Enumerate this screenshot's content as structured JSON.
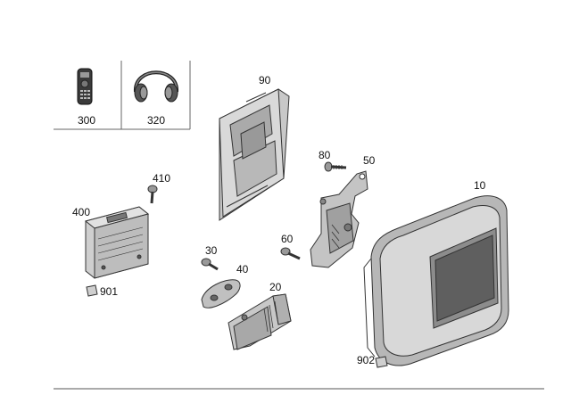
{
  "labels": {
    "p300": "300",
    "p320": "320",
    "p90": "90",
    "p80": "80",
    "p50": "50",
    "p410": "410",
    "p10": "10",
    "p400": "400",
    "p30": "30",
    "p60": "60",
    "p40": "40",
    "p20": "20",
    "p901": "901",
    "p902": "902"
  },
  "colors": {
    "line": "#333333",
    "fill_light": "#dcdcdc",
    "fill_mid": "#b5b5b5",
    "fill_dark": "#8a8a8a"
  },
  "icons": [
    "remote-control-icon",
    "headphones-icon",
    "screw-icon",
    "rubber-pad-icon"
  ]
}
